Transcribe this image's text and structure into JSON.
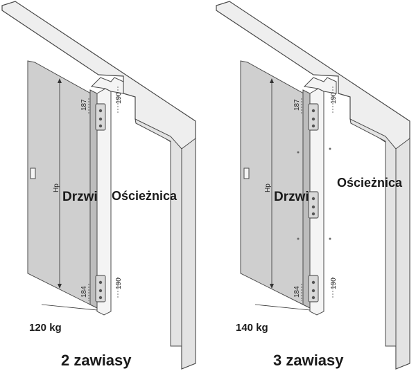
{
  "panels": [
    {
      "caption": "2 zawiasy",
      "weight": "120 kg",
      "label_door": "Drzwi",
      "label_frame": "Ościeżnica",
      "dim_height": "Hp",
      "dim_top_1": "187",
      "dim_top_2": "190",
      "dim_bottom_1": "184",
      "dim_bottom_2": "190",
      "hinge_count": 2
    },
    {
      "caption": "3 zawiasy",
      "weight": "140 kg",
      "label_door": "Drzwi",
      "label_frame": "Ościeżnica",
      "dim_height": "Hp",
      "dim_top_1": "187",
      "dim_top_2": "190",
      "dim_bottom_1": "184",
      "dim_bottom_2": "190",
      "hinge_count": 3
    }
  ]
}
